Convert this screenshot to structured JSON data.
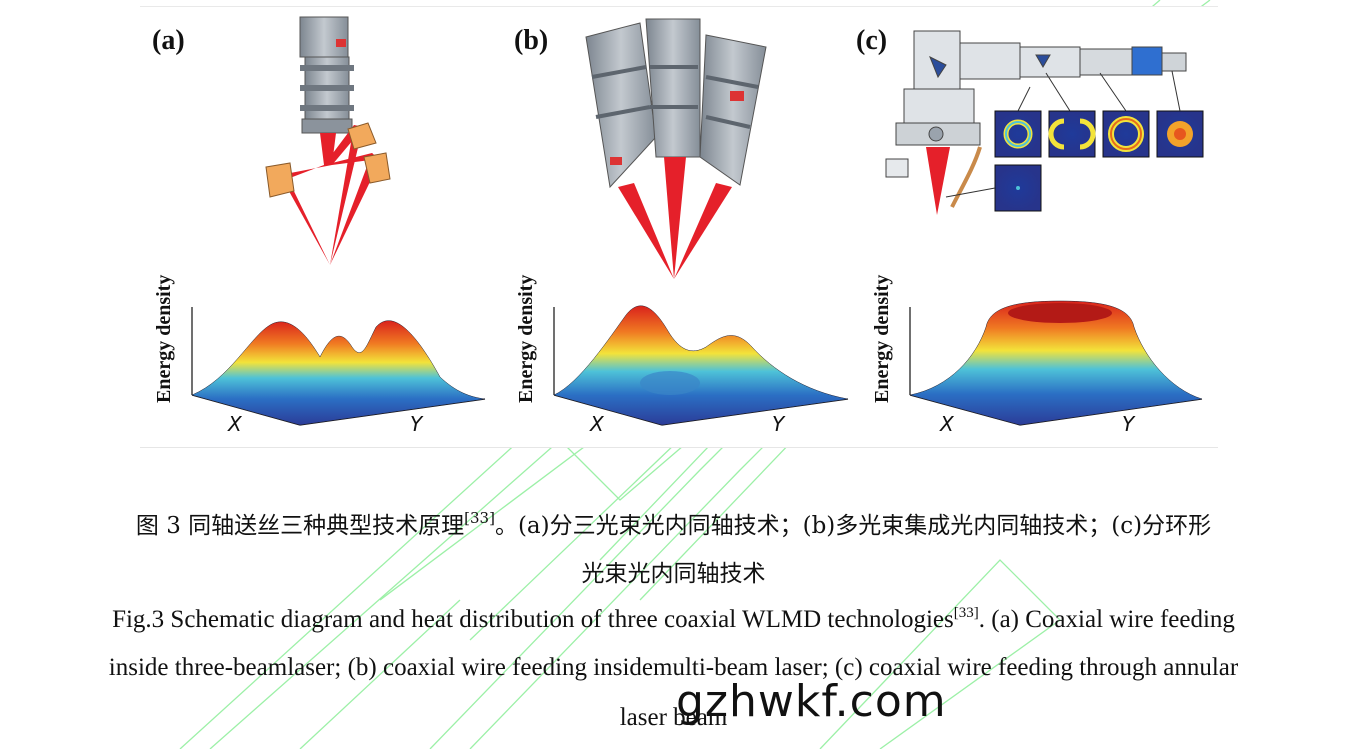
{
  "figure": {
    "panels": [
      {
        "label": "(a)",
        "ylabel": "Energy density",
        "xaxis": "X",
        "yaxis": "Y"
      },
      {
        "label": "(b)",
        "ylabel": "Energy density",
        "xaxis": "X",
        "yaxis": "Y"
      },
      {
        "label": "(c)",
        "ylabel": "Energy density",
        "xaxis": "X",
        "yaxis": "Y"
      }
    ]
  },
  "caption": {
    "cn_line1_pre": "图  3  同轴送丝三种典型技术原理",
    "cn_ref": "[33]",
    "cn_line1_post": "。(a)分三光束光内同轴技术；(b)多光束集成光内同轴技术；(c)分环形",
    "cn_line2": "光束光内同轴技术",
    "en_line1_pre": "Fig.3 Schematic diagram and heat distribution of three coaxial WLMD technologies",
    "en_ref": "[33]",
    "en_line1_post": ". (a) Coaxial wire feeding",
    "en_line2": "inside three-beamlaser; (b) coaxial wire feeding insidemulti-beam laser; (c) coaxial wire feeding through annular",
    "en_line3": "laser beam"
  },
  "watermark": {
    "text": "gzhwkf.com",
    "color": "#7CEB8A"
  },
  "colors": {
    "beam": "#E5202A",
    "mirror": "#F2A95C",
    "machine": "#9AA3AD",
    "surface_low": "#2B3C98",
    "surface_mid": "#F3E33A",
    "surface_high": "#D9221C"
  }
}
